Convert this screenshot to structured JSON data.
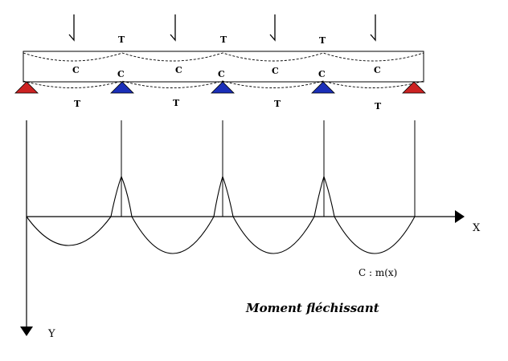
{
  "beam": {
    "top_labels": [
      "T",
      "T",
      "T"
    ],
    "upper_c_labels": [
      "C",
      "C",
      "C",
      "C"
    ],
    "support_c_labels": [
      "C",
      "C",
      "C"
    ],
    "bottom_labels": [
      "T",
      "T",
      "T",
      "T"
    ],
    "end_support_color": "#cc2222",
    "inner_support_color": "#1a2fb8"
  },
  "axes": {
    "x_label": "X",
    "y_label": "Y"
  },
  "formula": "C : m(x)",
  "caption": "Moment  fléchissant"
}
